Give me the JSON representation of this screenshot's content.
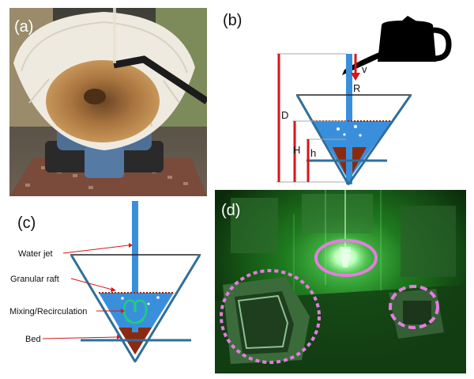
{
  "panels": {
    "a": {
      "label": "(a)"
    },
    "b": {
      "label": "(b)",
      "var_v": "v",
      "var_R": "R",
      "var_D": "D",
      "var_H": "H",
      "var_h": "h"
    },
    "c": {
      "label": "(c)",
      "water_jet": "Water jet",
      "granular_raft": "Granular raft",
      "mixing": "Mixing/Recirculation",
      "bed": "Bed"
    },
    "d": {
      "label": "(d)"
    }
  },
  "colors": {
    "water": "#3a8fdd",
    "bed": "#8b2a10",
    "funnel_stroke": "#2f6f9a",
    "dimension_red": "#d8151b",
    "ellipse_pink": "#e47de0",
    "lab_green": "#1f7a1f",
    "vortex_green": "#1fcf7a"
  }
}
